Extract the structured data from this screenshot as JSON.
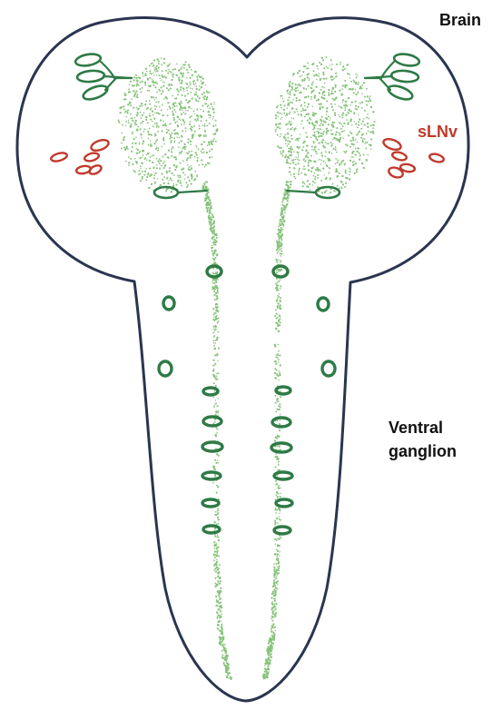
{
  "labels": {
    "brain": "Brain",
    "slnv": "sLNv",
    "ventral_line1": "Ventral",
    "ventral_line2": "ganglion"
  },
  "colors": {
    "outline": "#2a3550",
    "neuron_green": "#2e7a45",
    "projection_dots": "#86c27a",
    "slnv_red": "#c0392b",
    "text": "#111111",
    "background": "#ffffff"
  }
}
